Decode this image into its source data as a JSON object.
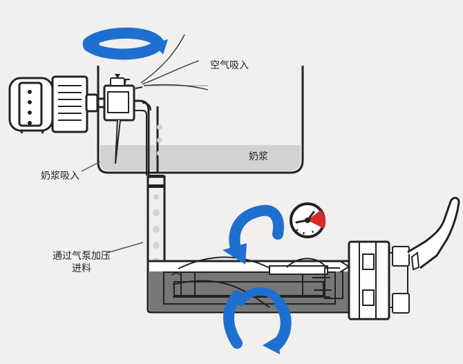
{
  "labels": {
    "air_intake": "空气吸入",
    "milk_slurry": "奶浆",
    "milk_intake": "奶浆吸入",
    "pump_feed_line1": "通过气泵加压",
    "pump_feed_line2": "进料"
  },
  "colors": {
    "background": "#f2f0ee",
    "outline": "#222222",
    "milk_fill": "#d4d2d0",
    "dark_chamber": "#777777",
    "blue_arrow": "#1f6fd1",
    "gauge_red": "#d82a2a"
  }
}
